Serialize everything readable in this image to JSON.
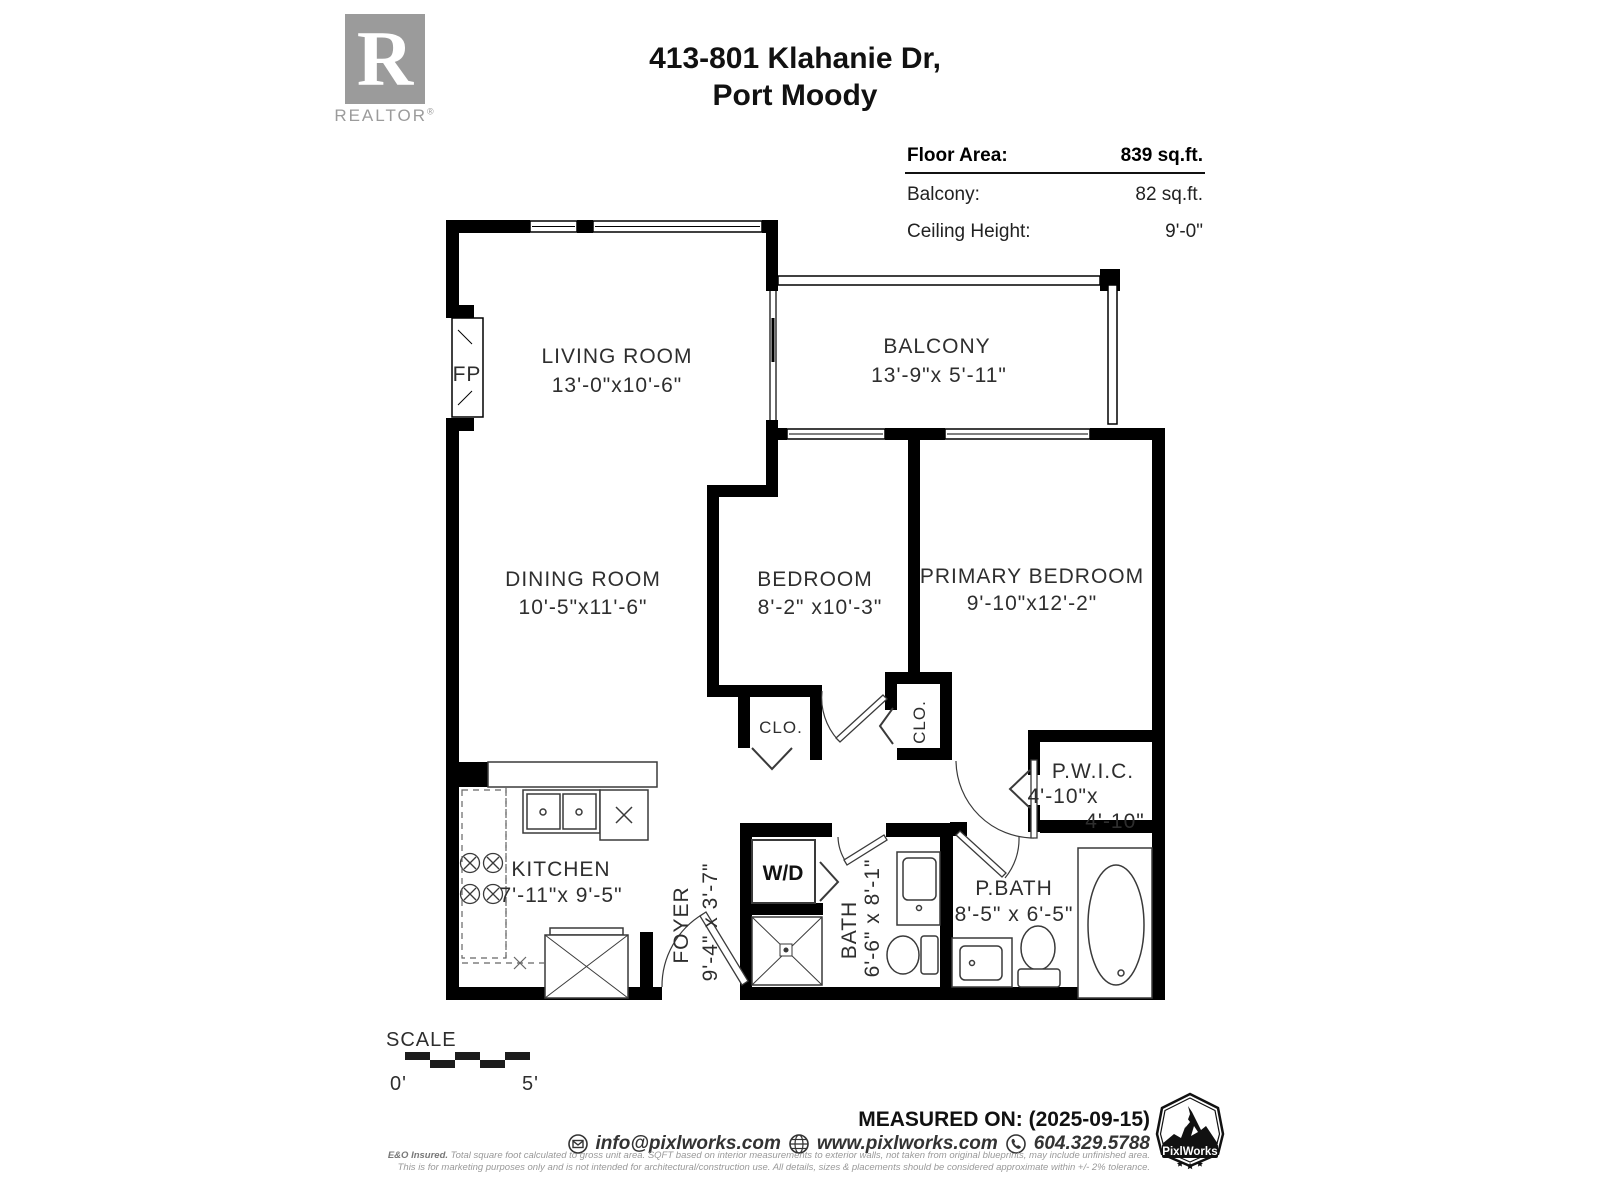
{
  "header": {
    "logo_letter": "R",
    "logo_brand": "REALTOR",
    "logo_reg": "®",
    "title_line1": "413-801 Klahanie Dr,",
    "title_line2": "Port Moody"
  },
  "info": {
    "rows": [
      {
        "label": "Floor Area:",
        "value": "839 sq.ft."
      },
      {
        "label": "Balcony:",
        "value": "82 sq.ft."
      },
      {
        "label": "Ceiling Height:",
        "value": "9'-0\""
      }
    ]
  },
  "plan": {
    "fireplace": "FP",
    "living": {
      "name": "LIVING ROOM",
      "dims": "13'-0\"x10'-6\""
    },
    "balcony": {
      "name": "BALCONY",
      "dims": "13'-9\"x 5'-11\""
    },
    "dining": {
      "name": "DINING ROOM",
      "dims": "10'-5\"x11'-6\""
    },
    "bedroom": {
      "name": "BEDROOM",
      "dims": "8'-2\" x10'-3\""
    },
    "primary": {
      "name": "PRIMARY BEDROOM",
      "dims": "9'-10\"x12'-2\""
    },
    "closet1": "CLO.",
    "closet2": "CLO.",
    "pwic": {
      "name": "P.W.I.C.",
      "dims1": "4'-10\"x",
      "dims2": "4'-10\""
    },
    "kitchen": {
      "name": "KITCHEN",
      "dims": "7'-11\"x 9'-5\""
    },
    "foyer": {
      "name": "FOYER",
      "dims": "9'-4\" x 3'-7\""
    },
    "washer_dryer": "W/D",
    "bath": {
      "name": "BATH",
      "dims": "6'-6\" x 8'-1\""
    },
    "pbath": {
      "name": "P.BATH",
      "dims": "8'-5\" x 6'-5\""
    }
  },
  "scale": {
    "label": "SCALE",
    "start": "0'",
    "end": "5'"
  },
  "footer": {
    "measured": "MEASURED ON: (2025-09-15)",
    "email": "info@pixlworks.com",
    "website": "www.pixlworks.com",
    "phone": "604.329.5788",
    "disclaimer1_bold": "E&O Insured.",
    "disclaimer1_rest": " Total square foot calculated to gross unit area. SQFT based on interior measurements to exterior walls, not taken from original blueprints, may include unfinished area.",
    "disclaimer2": "This is for marketing purposes only and is not intended for architectural/construction use.  All details, sizes & placements should be considered approximate within +/- 2%  tolerance.",
    "logo_text": "PixlWorks"
  }
}
